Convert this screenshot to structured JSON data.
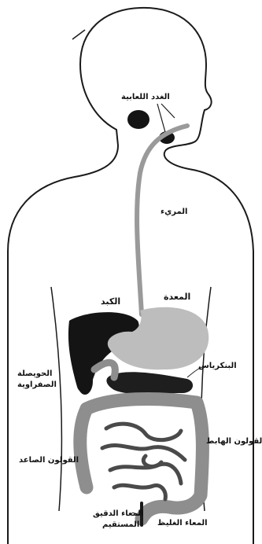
{
  "labels": {
    "salivary_glands": "الغدد اللعابية",
    "esophagus": "المريء",
    "liver": "الكبد",
    "stomach": "المعدة",
    "gallbladder_1": "الحويصلة",
    "gallbladder_2": "الصفراوية",
    "pancreas": "البنكرياس",
    "ascending_colon": "القولون الصاعد",
    "descending_colon": "القولون الهابط",
    "small_intestine": "المعاء الدقيق",
    "rectum": "المستقيم",
    "large_intestine": "المعاء الغليظ"
  },
  "colors": {
    "outline": "#1a1a1a",
    "liver": "#141414",
    "stomach": "#bdbdbd",
    "pancreas": "#1e1e1e",
    "large_intestine": "#8e8e8e",
    "small_intestine": "#4a4a4a",
    "esophagus": "#9a9a9a"
  }
}
